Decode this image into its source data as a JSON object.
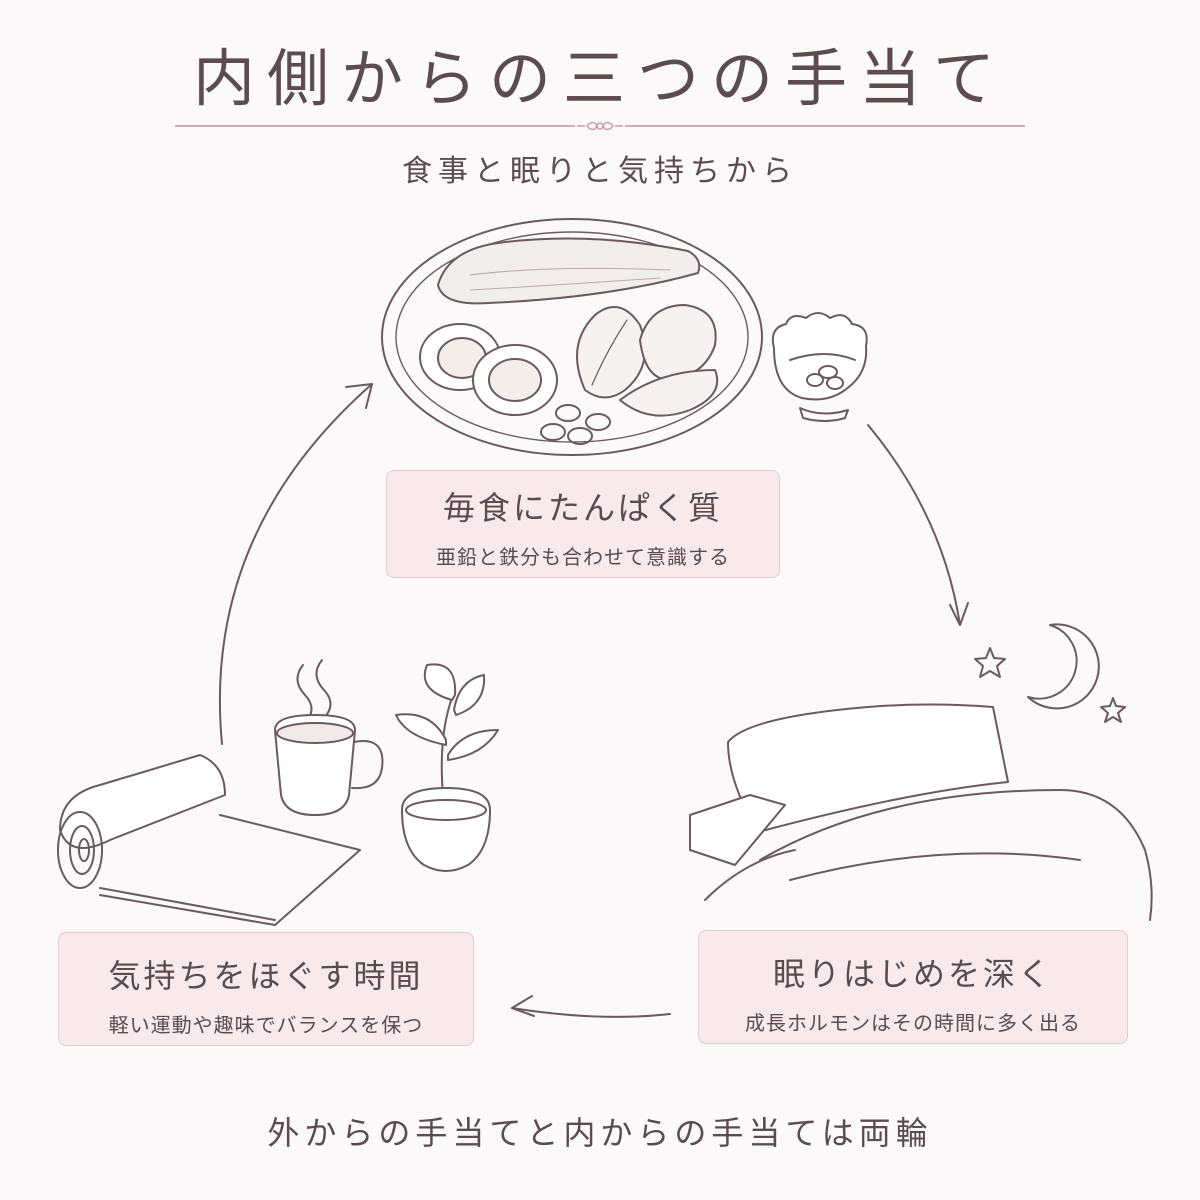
{
  "title": "内側からの三つの手当て",
  "subtitle": "食事と眠りと気持ちから",
  "cards": {
    "food": {
      "heading": "毎食にたんぱく質",
      "sub": "亜鉛と鉄分も合わせて意識する"
    },
    "sleep": {
      "heading": "眠りはじめを深く",
      "sub": "成長ホルモンはその時間に多く出る"
    },
    "mind": {
      "heading": "気持ちをほぐす時間",
      "sub": "軽い運動や趣味でバランスを保つ"
    }
  },
  "footer": "外からの手当てと内からの手当ては両輪",
  "icons": [
    "food-plate-icon",
    "nuts-bowl-icon",
    "moon-icon",
    "star-icon",
    "bed-icon",
    "tea-cup-icon",
    "plant-icon",
    "yoga-mat-icon",
    "cycle-arrow-icon"
  ],
  "colors": {
    "line": "#6b5a5f",
    "card_bg": "#f8e9ec",
    "card_border": "#e6c8ce",
    "accent": "#c98f9a"
  }
}
